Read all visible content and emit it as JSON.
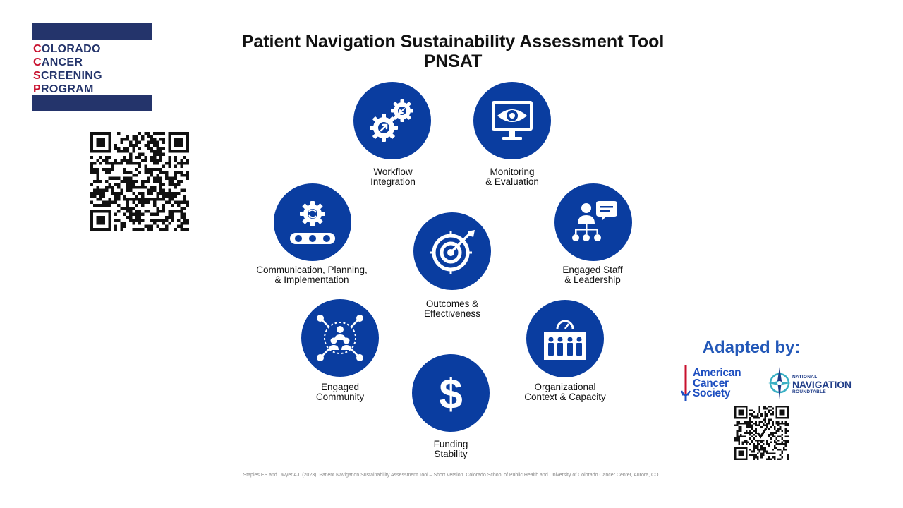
{
  "logo": {
    "lines": [
      {
        "first": "C",
        "rest": "OLORADO"
      },
      {
        "first": "C",
        "rest": "ANCER"
      },
      {
        "first": "S",
        "rest": "CREENING"
      },
      {
        "first": "P",
        "rest": "ROGRAM"
      }
    ]
  },
  "title": {
    "line1": "Patient Navigation Sustainability Assessment Tool",
    "line2": "PNSAT"
  },
  "domains": {
    "workflow": {
      "line1": "Workflow",
      "line2": "Integration",
      "icon": "gears-icon"
    },
    "monitoring": {
      "line1": "Monitoring",
      "line2": "& Evaluation",
      "icon": "monitor-eye-icon"
    },
    "communication": {
      "line1": "Communication, Planning,",
      "line2": "& Implementation",
      "icon": "conveyor-gear-icon"
    },
    "staff": {
      "line1": "Engaged Staff",
      "line2": "& Leadership",
      "icon": "org-chart-chat-icon"
    },
    "outcomes": {
      "line1": "Outcomes &",
      "line2": "Effectiveness",
      "icon": "target-arrow-icon"
    },
    "community": {
      "line1": "Engaged",
      "line2": "Community",
      "icon": "community-network-icon"
    },
    "organizational": {
      "line1": "Organizational",
      "line2": "Context & Capacity",
      "icon": "board-people-icon"
    },
    "funding": {
      "line1": "Funding",
      "line2": "Stability",
      "icon": "dollar-icon"
    }
  },
  "adapted": {
    "heading": "Adapted by:",
    "acs": {
      "line1": "American",
      "line2": "Cancer",
      "line3": "Society",
      "icon": "acs-sword-icon"
    },
    "nnr": {
      "line1": "NATIONAL",
      "line2": "NAVIGATION",
      "line3": "ROUNDTABLE",
      "icon": "compass-icon"
    }
  },
  "citation": "Staples ES and Dwyer AJ. (2023). Patient Navigation Sustainability Assessment Tool – Short Version. Colorado School of Public Health and University of Colorado Cancer Center, Aurora, CO.",
  "colors": {
    "accent": "#0a3da0",
    "logo_navy": "#24346b",
    "logo_red": "#c8102e",
    "adapted_blue": "#2358b8"
  }
}
